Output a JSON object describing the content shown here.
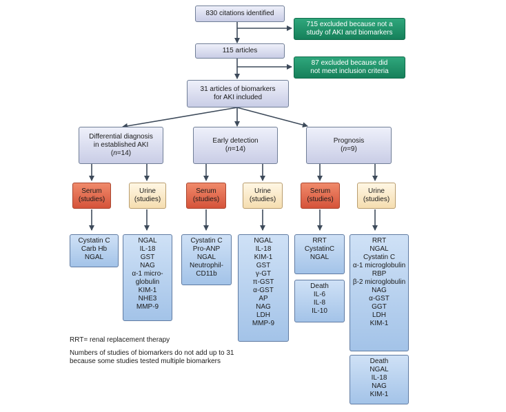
{
  "flow": {
    "identified": "830 citations identified",
    "excluded1": [
      "715 excluded because not a",
      "study of AKI and biomarkers"
    ],
    "articles": "115 articles",
    "excluded2": [
      "87 excluded because did",
      "not meet inclusion criteria"
    ],
    "included": [
      "31 articles of biomarkers",
      "for AKI included"
    ]
  },
  "categories": {
    "differential": {
      "lines": [
        "Differential diagnosis",
        "in established AKI"
      ],
      "n_prefix": "(",
      "n_var": "n",
      "n_value": "=14)"
    },
    "early": {
      "lines": [
        "Early detection"
      ],
      "n_prefix": "(",
      "n_var": "n",
      "n_value": "=14)"
    },
    "prognosis": {
      "lines": [
        "Prognosis"
      ],
      "n_prefix": "(",
      "n_var": "n",
      "n_value": "=9)"
    }
  },
  "sources": {
    "serum": [
      "Serum",
      "(studies)"
    ],
    "urine": [
      "Urine",
      "(studies)"
    ]
  },
  "lists": {
    "diff_serum": [
      "Cystatin C",
      "Carb Hb",
      "NGAL"
    ],
    "diff_urine": [
      "NGAL",
      "IL-18",
      "GST",
      "NAG",
      "α-1 micro-",
      "globulin",
      "KIM-1",
      "NHE3",
      "MMP-9"
    ],
    "early_serum": [
      "Cystatin C",
      "Pro-ANP",
      "NGAL",
      "Neutrophil-",
      "CD11b"
    ],
    "early_urine": [
      "NGAL",
      "IL-18",
      "KIM-1",
      "GST",
      "γ-GT",
      "π-GST",
      "α-GST",
      "AP",
      "NAG",
      "LDH",
      "MMP-9"
    ],
    "prog_serum_rrt": [
      "RRT",
      "CystatinC",
      "NGAL"
    ],
    "prog_serum_death": [
      "Death",
      "IL-6",
      "IL-8",
      "IL-10"
    ],
    "prog_urine_rrt": [
      "RRT",
      "NGAL",
      "Cystatin C",
      "α-1 microglobulin",
      "RBP",
      "β-2 microglobulin",
      "NAG",
      "α-GST",
      "GGT",
      "LDH",
      "KIM-1"
    ],
    "prog_urine_death": [
      "Death",
      "NGAL",
      "IL-18",
      "NAG",
      "KIM-1"
    ]
  },
  "notes": {
    "rrt": "RRT= renal replacement therapy",
    "count": [
      "Numbers of studies of biomarkers do not add up to 31",
      "because some studies tested multiple biomarkers"
    ]
  },
  "colors": {
    "arrow": "#3d4a5a",
    "lavender": "#c9cde6",
    "green": "#16805a",
    "serum_red": "#d5533a",
    "urine_cream": "#f5ddb0",
    "list_blue": "#a3c3e8"
  }
}
